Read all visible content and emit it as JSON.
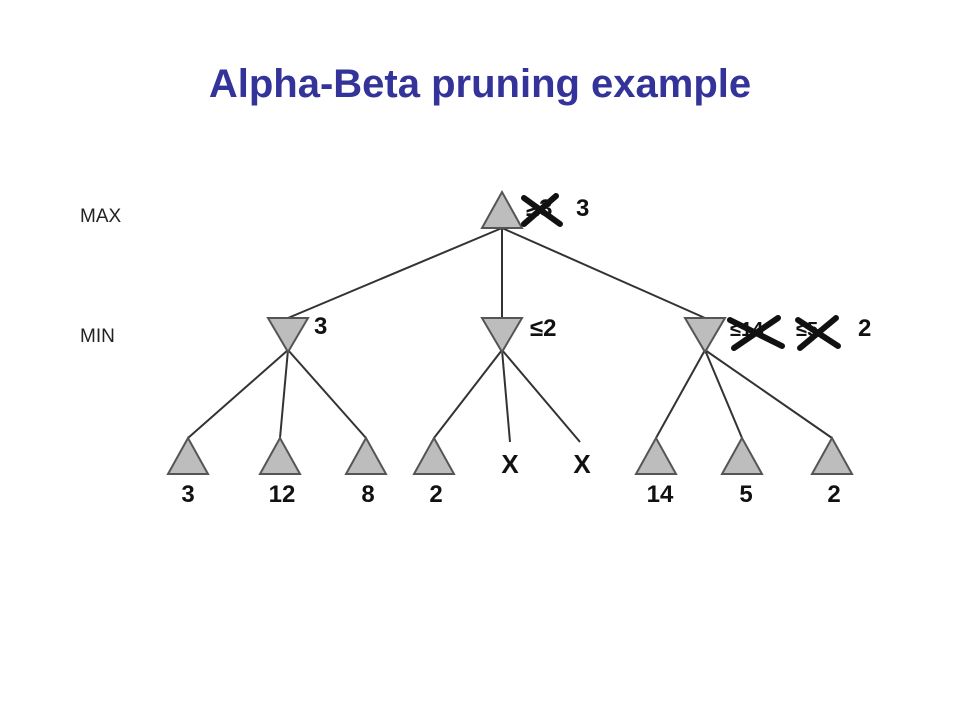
{
  "title": "Alpha-Beta pruning example",
  "levels": {
    "max": "MAX",
    "min": "MIN"
  },
  "root": {
    "struck": "≥3",
    "value": "3"
  },
  "min_nodes": [
    {
      "label": "3",
      "struck": []
    },
    {
      "label": "≤2",
      "struck": []
    },
    {
      "label": "2",
      "struck": [
        "≤14",
        "≤5"
      ]
    }
  ],
  "leaves": [
    "3",
    "12",
    "8",
    "2",
    "X",
    "X",
    "14",
    "5",
    "2"
  ],
  "colors": {
    "title": "#333399",
    "node_fill": "#bdbdbd"
  }
}
